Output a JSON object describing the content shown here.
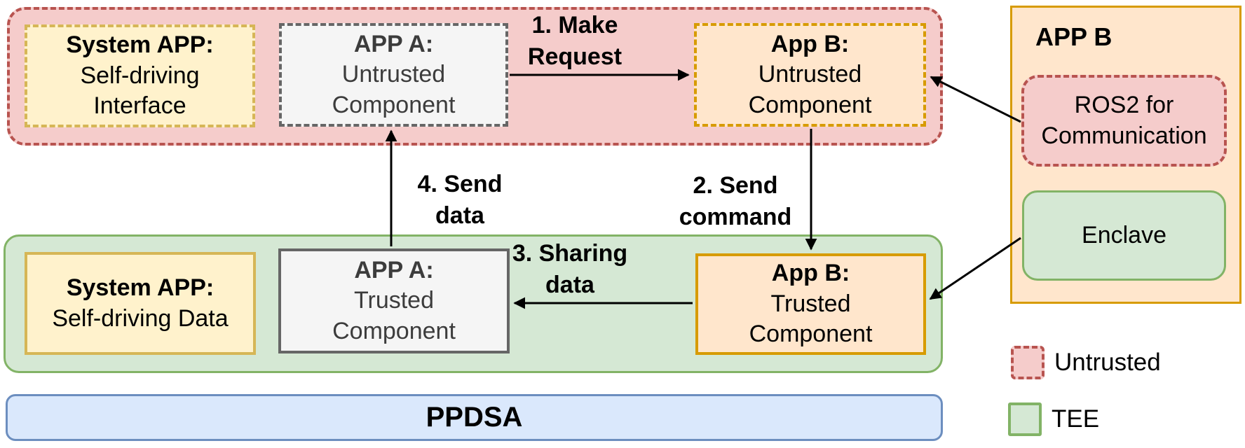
{
  "untrusted_zone": {
    "system_app": {
      "title": "System APP:",
      "body": "Self-driving\nInterface"
    },
    "app_a": {
      "title": "APP A:",
      "body": "Untrusted\nComponent"
    },
    "app_b": {
      "title": "App B:",
      "body": "Untrusted\nComponent"
    }
  },
  "tee_zone": {
    "system_app": {
      "title": "System APP:",
      "body": "Self-driving Data"
    },
    "app_a": {
      "title": "APP A:",
      "body": "Trusted\nComponent"
    },
    "app_b": {
      "title": "App B:",
      "body": "Trusted\nComponent"
    }
  },
  "app_b_panel": {
    "title": "APP B",
    "ros2": "ROS2 for\nCommunication",
    "enclave": "Enclave"
  },
  "flows": {
    "step1": "1. Make\nRequest",
    "step2": "2. Send\ncommand",
    "step3": "3. Sharing\ndata",
    "step4": "4. Send\ndata"
  },
  "platform": {
    "label": "PPDSA"
  },
  "legend": {
    "untrusted": "Untrusted",
    "tee": "TEE"
  },
  "colors": {
    "untrusted_fill": "#f5cccb",
    "untrusted_stroke": "#b85450",
    "tee_fill": "#d5e8d4",
    "tee_stroke": "#82b366",
    "yellow_fill": "#fff2cc",
    "yellow_stroke": "#d6b656",
    "orange_fill": "#ffe6cc",
    "orange_stroke": "#d79b00",
    "gray_fill": "#f5f5f5",
    "gray_stroke": "#666666",
    "blue_fill": "#dae8fc",
    "blue_stroke": "#6c8ebf",
    "arrow": "#000000"
  }
}
